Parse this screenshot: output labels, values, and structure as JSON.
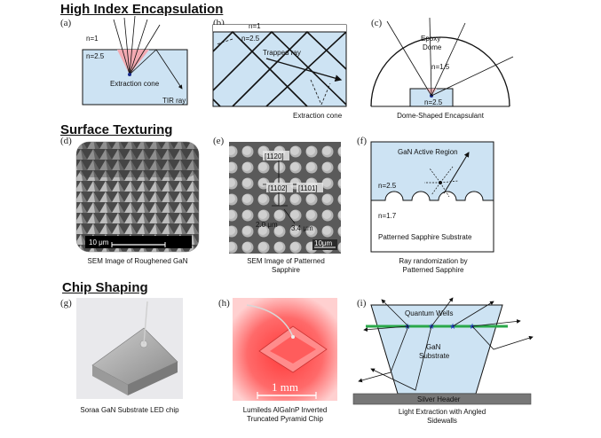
{
  "sections": {
    "high_index": "High Index Encapsulation",
    "surface": "Surface Texturing",
    "chip": "Chip Shaping"
  },
  "panels": {
    "a": {
      "letter": "(a)",
      "n1": "n=1",
      "n2": "n=2.5",
      "cone": "Extraction cone",
      "tir": "TIR ray"
    },
    "b": {
      "letter": "(b)",
      "n1": "n=1",
      "n2": "n=2.5",
      "trapped": "Trapped ray",
      "caption": "Extraction cone"
    },
    "c": {
      "letter": "(c)",
      "epoxy1": "Epoxy",
      "epoxy2": "Dome",
      "n15": "n=1.5",
      "n25": "n=2.5",
      "caption": "Dome-Shaped Encapsulant"
    },
    "d": {
      "letter": "(d)",
      "scale": "10 μm",
      "caption": "SEM Image of Roughened GaN"
    },
    "e": {
      "letter": "(e)",
      "dir1": "[1120]",
      "dir2": "[1102]",
      "dir3": "[1101]",
      "d1": "2.0 μm",
      "d2": "3.4 μm",
      "scale": "10μm",
      "caption1": "SEM Image of Patterned",
      "caption2": "Sapphire"
    },
    "f": {
      "letter": "(f)",
      "active": "GaN Active Region",
      "n25": "n=2.5",
      "n17": "n=1.7",
      "substrate": "Patterned Sapphire Substrate",
      "caption1": "Ray randomization by",
      "caption2": "Patterned Sapphire"
    },
    "g": {
      "letter": "(g)",
      "caption": "Soraa GaN Substrate  LED chip"
    },
    "h": {
      "letter": "(h)",
      "scale": "1 mm",
      "caption1": "Lumileds AlGaInP Inverted",
      "caption2": "Truncated Pyramid Chip"
    },
    "i": {
      "letter": "(i)",
      "qw": "Quantum Wells",
      "gan1": "GaN",
      "gan2": "Substrate",
      "header": "Silver Header",
      "caption1": "Light Extraction with Angled",
      "caption2": "Sidewalls"
    }
  }
}
